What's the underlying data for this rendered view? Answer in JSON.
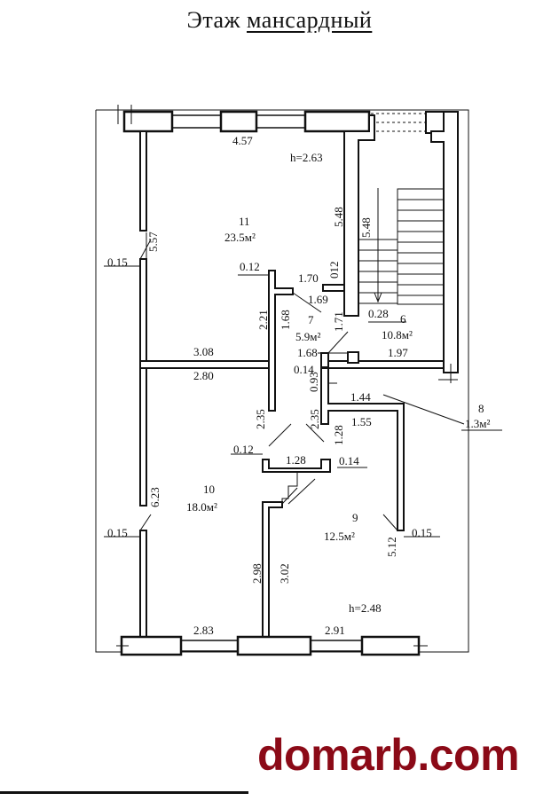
{
  "header": {
    "title_prefix": "Этаж",
    "title_main": "мансардный"
  },
  "heights": {
    "top": "h=2.63",
    "bottom": "h=2.48"
  },
  "rooms": [
    {
      "id": "11",
      "area": "23.5м²"
    },
    {
      "id": "7",
      "area": "5.9м²"
    },
    {
      "id": "6",
      "area": "10.8м²"
    },
    {
      "id": "8",
      "area": "1.3м²"
    },
    {
      "id": "10",
      "area": "18.0м²"
    },
    {
      "id": "9",
      "area": "12.5м²"
    }
  ],
  "dimensions": {
    "top_width": "4.57",
    "left_upper": "5.57",
    "wall_015_a": "0.15",
    "d012_a": "0.12",
    "d170": "1.70",
    "d012_v": "012",
    "d548_a": "5.48",
    "d548_b": "5.48",
    "d169": "1.69",
    "d221": "2.21",
    "d168_v": "1.68",
    "d171": "1.71",
    "d028": "0.28",
    "d308": "3.08",
    "d168_h": "1.68",
    "d197": "1.97",
    "d280": "2.80",
    "d014_a": "0.14",
    "d093": "0.93",
    "d144": "1.44",
    "d235_a": "2.35",
    "d235_b": "2.35",
    "d155": "1.55",
    "d128_v": "1.28",
    "d012_b": "0.12",
    "d128_h": "1.28",
    "d014_b": "0.14",
    "d623": "6.23",
    "wall_015_b": "0.15",
    "wall_015_c": "0.15",
    "d512": "5.12",
    "d298": "2.98",
    "d302": "3.02",
    "d283": "2.83",
    "d291": "2.91"
  },
  "brand": {
    "text": "domarb.com",
    "color": "#8b0a17"
  }
}
